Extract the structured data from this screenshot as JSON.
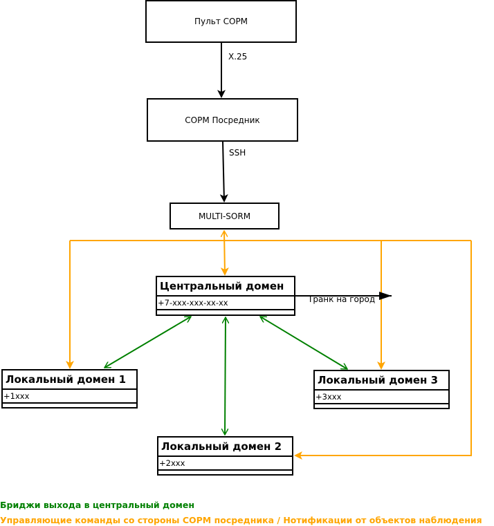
{
  "colors": {
    "line": "#000000",
    "control": "#ffa500",
    "bridge": "#008000"
  },
  "nodes": {
    "pult": {
      "label": "Пульт СОРМ"
    },
    "posrednik": {
      "label": "СОРМ Посредник"
    },
    "multisorm": {
      "label": "MULTI-SORM"
    },
    "central": {
      "title": "Центральный домен",
      "attr": "+7-xxx-xxx-xx-xx"
    },
    "local1": {
      "title": "Локальный домен 1",
      "attr": "+1xxx"
    },
    "local2": {
      "title": "Локальный домен 2",
      "attr": "+2xxx"
    },
    "local3": {
      "title": "Локальный домен 3",
      "attr": "+3xxx"
    }
  },
  "edges": {
    "x25": "X.25",
    "ssh": "SSH",
    "trunk": "Транк на город"
  },
  "legend": {
    "bridge": {
      "text": "Бриджи выхода в центральный домен",
      "color": "#008000"
    },
    "control": {
      "text": "Управляющие команды со стороны СОРМ посредника / Нотификации от объектов наблюдения",
      "color": "#ffa500"
    }
  }
}
